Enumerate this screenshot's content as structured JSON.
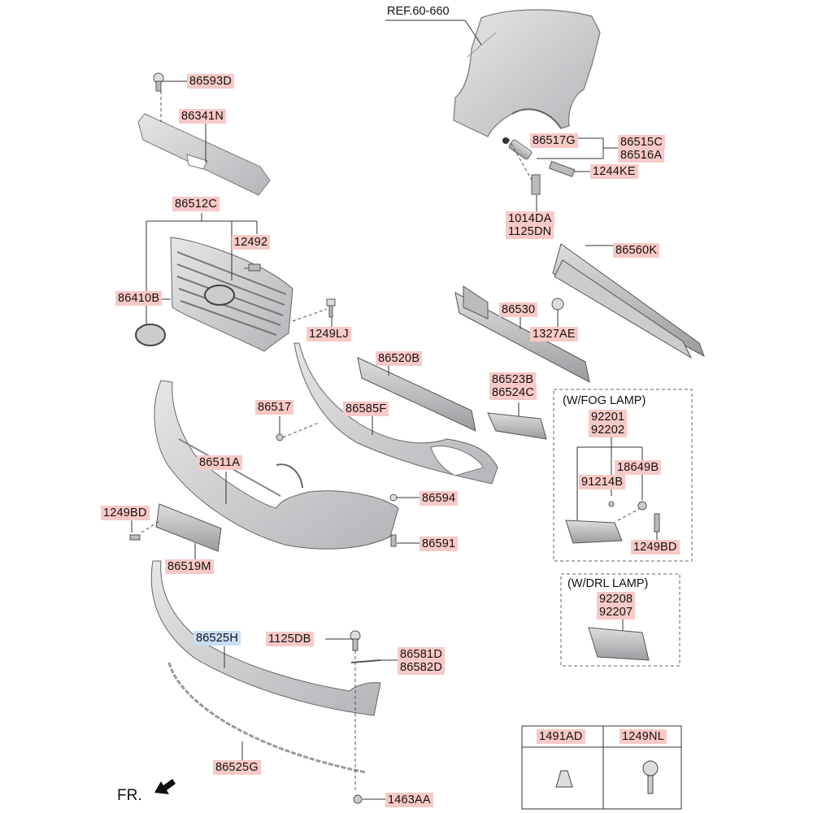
{
  "reference": "REF.60-660",
  "direction_label": "FR.",
  "part_labels": {
    "p86593D": "86593D",
    "p86341N": "86341N",
    "p86512C": "86512C",
    "p12492": "12492",
    "p86410B": "86410B",
    "p1249LJ": "1249LJ",
    "p86517G": "86517G",
    "p86515C": "86515C",
    "p86516A": "86516A",
    "p1244KE": "1244KE",
    "p1014DA": "1014DA",
    "p1125DN": "1125DN",
    "p86560K": "86560K",
    "p86530": "86530",
    "p1327AE": "1327AE",
    "p86520B": "86520B",
    "p86523B": "86523B",
    "p86524C": "86524C",
    "p86517": "86517",
    "p86585F": "86585F",
    "p86511A": "86511A",
    "p1249BD_a": "1249BD",
    "p86594": "86594",
    "p86591": "86591",
    "p86519M": "86519M",
    "p86525H": "86525H",
    "p1125DB": "1125DB",
    "p86581D": "86581D",
    "p86582D": "86582D",
    "p86525G": "86525G",
    "p1463AA": "1463AA"
  },
  "fog_lamp_group": {
    "title": "(W/FOG LAMP)",
    "p92201": "92201",
    "p92202": "92202",
    "p18649B": "18649B",
    "p91214B": "91214B",
    "p1249BD_b": "1249BD"
  },
  "drl_lamp_group": {
    "title": "(W/DRL LAMP)",
    "p92208": "92208",
    "p92207": "92207"
  },
  "legend": {
    "col1": "1491AD",
    "col2": "1249NL"
  },
  "highlight_color": "#c9def6",
  "label_color": "#f8c9c6"
}
